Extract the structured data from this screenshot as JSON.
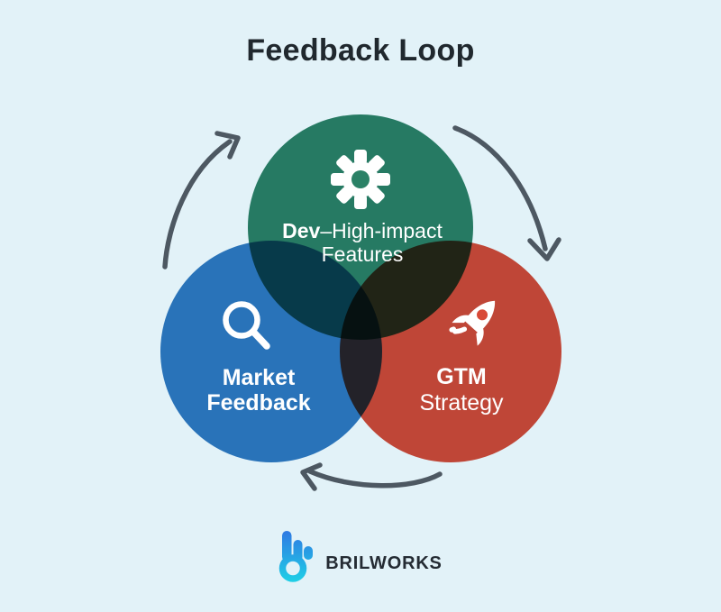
{
  "title": "Feedback Loop",
  "colors": {
    "background": "#e2f2f8",
    "title-text": "#20282e",
    "circle-green": "#2b8166",
    "circle-blue": "#2e79be",
    "circle-red": "#d84a38",
    "arrow": "#4d5862",
    "logo-text": "#242b33",
    "logo-blue": "#2f79e3",
    "logo-cyan": "#1fd0e6"
  },
  "circles": [
    {
      "name": "development",
      "icon": "gear-icon",
      "line1_bold": "Dev",
      "line1_rest": "–High-impact",
      "line2": "Features"
    },
    {
      "name": "market-feedback",
      "icon": "search-icon",
      "line1": "Market",
      "line2": "Feedback"
    },
    {
      "name": "gtm-strategy",
      "icon": "rocket-icon",
      "line1_bold": "GTM",
      "line2": "Strategy"
    }
  ],
  "arrows": [
    {
      "name": "arrow-market-to-dev",
      "direction": "up-right"
    },
    {
      "name": "arrow-dev-to-gtm",
      "direction": "down-right"
    },
    {
      "name": "arrow-gtm-to-market",
      "direction": "left"
    }
  ],
  "logo": {
    "brand": "BRILWORKS",
    "mark": "brilworks-b-logo"
  }
}
